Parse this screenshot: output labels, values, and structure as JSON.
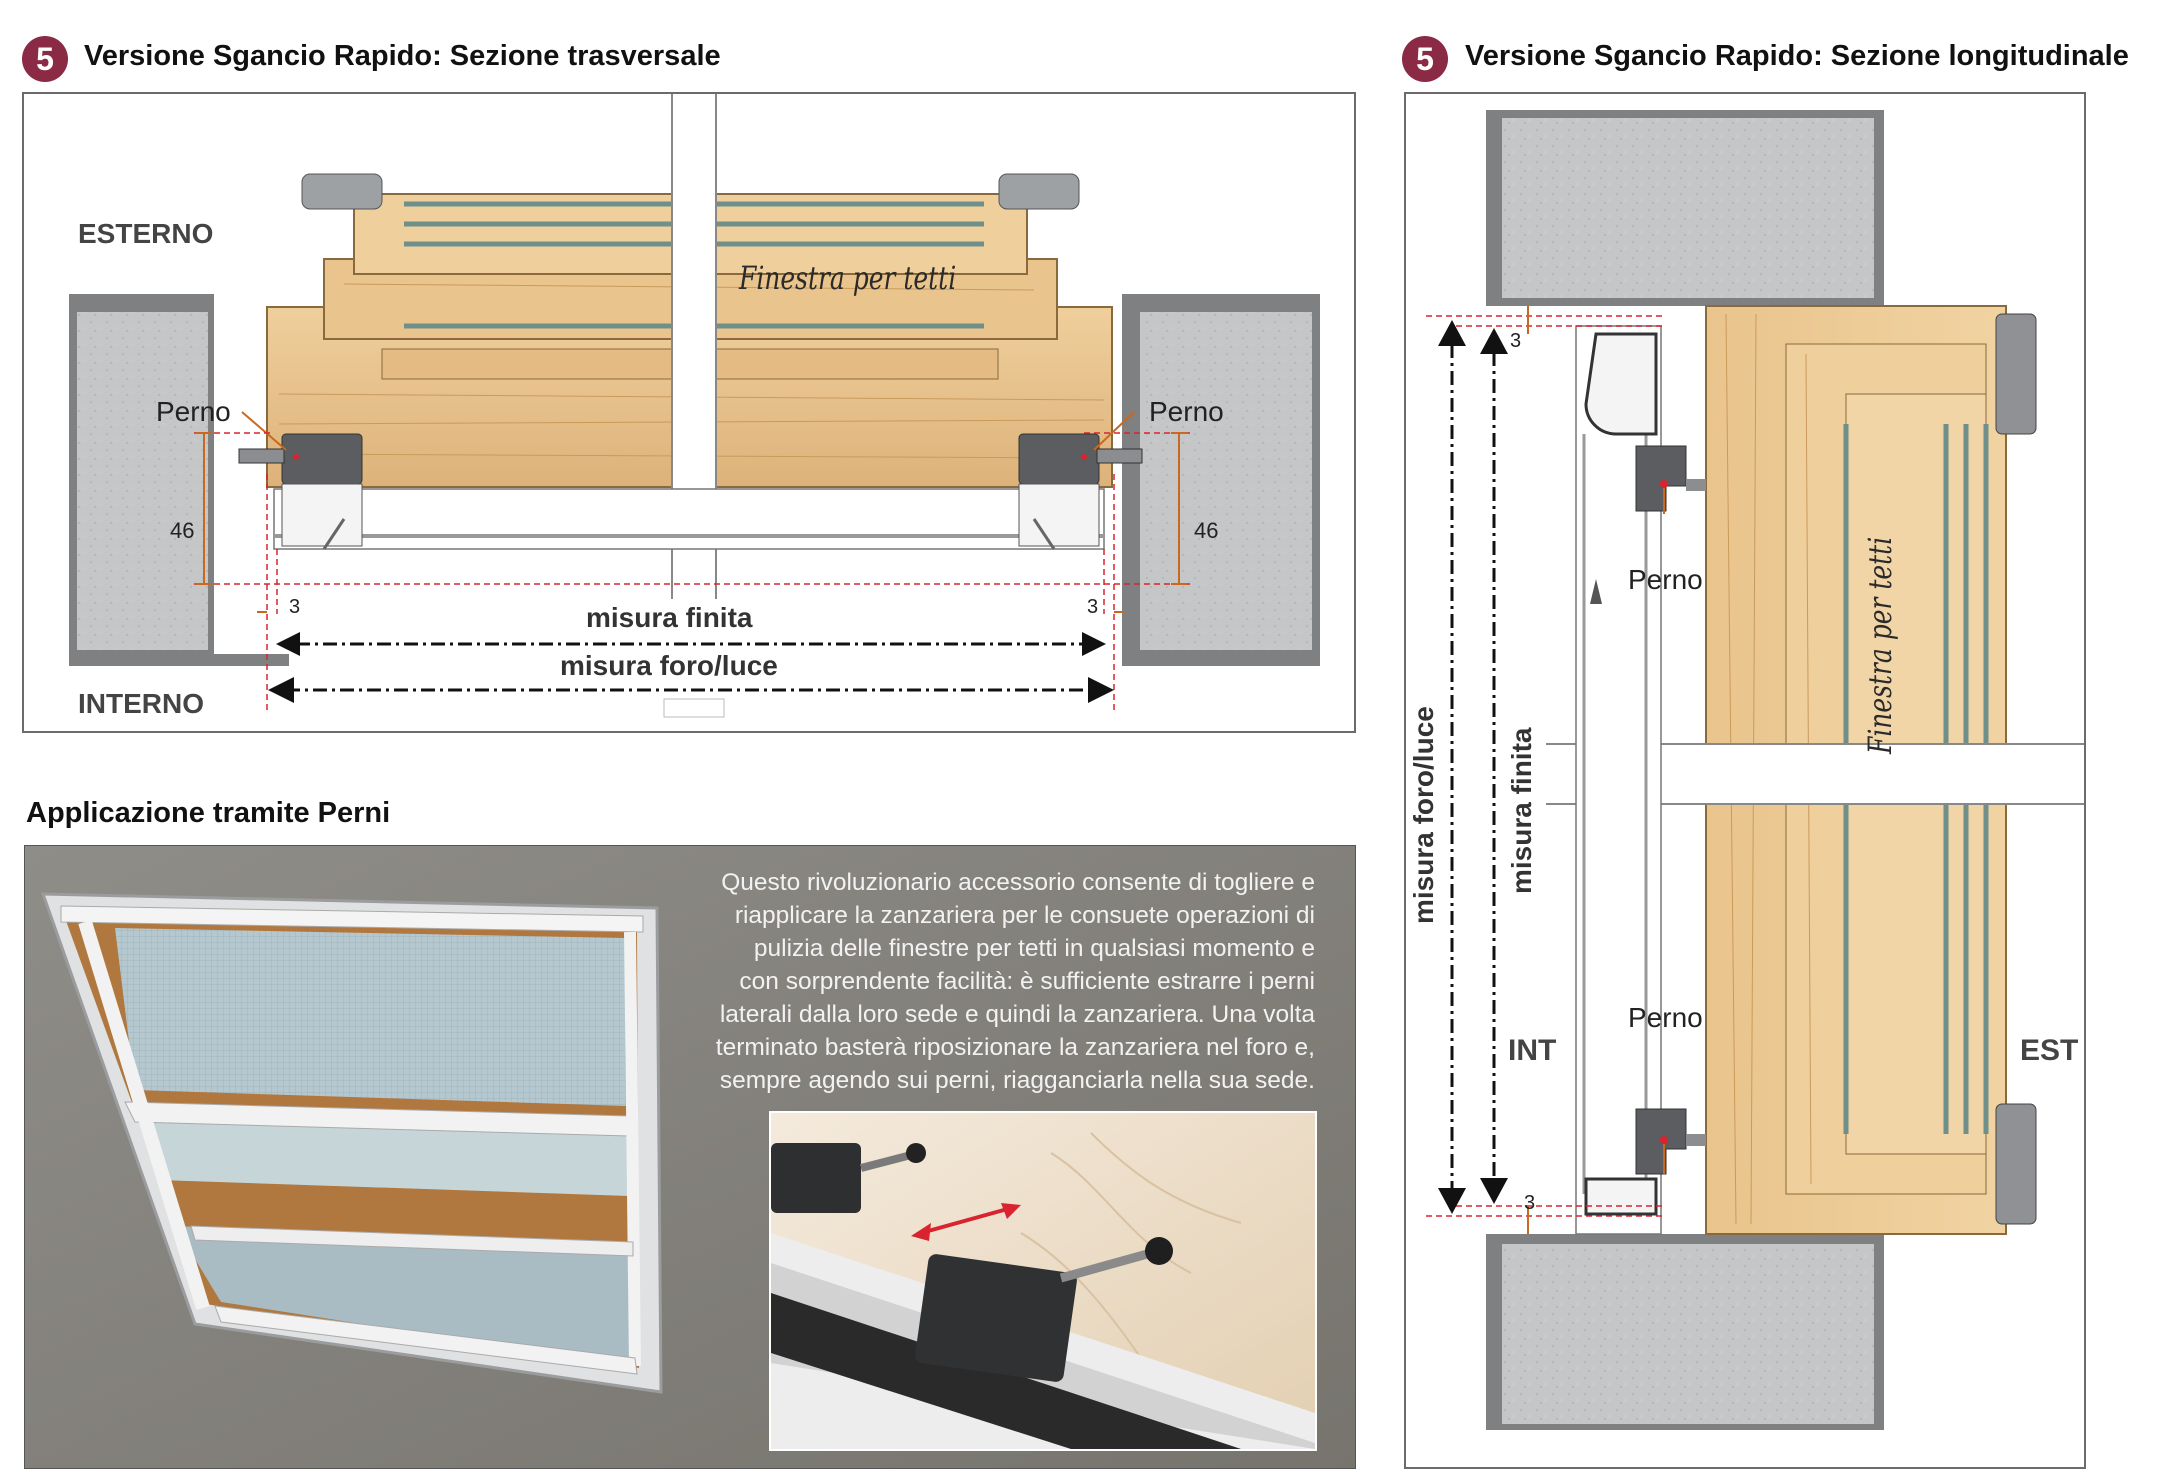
{
  "step_badge": "5",
  "transverse": {
    "title": "Versione Sgancio Rapido: Sezione trasversale",
    "label_outside": "ESTERNO",
    "label_inside": "INTERNO",
    "window_label": "Finestra per tetti",
    "pin_left": "Perno",
    "pin_right": "Perno",
    "height_left": "46",
    "height_right": "46",
    "gap_left": "3",
    "gap_right": "3",
    "dim_finished": "misura finita",
    "dim_opening": "misura foro/luce"
  },
  "longitudinal": {
    "title": "Versione  Sgancio Rapido: Sezione longitudinale",
    "window_label": "Finestra per tetti",
    "pin_top": "Perno",
    "pin_bottom": "Perno",
    "gap_top": "3",
    "gap_bottom": "3",
    "dim_opening": "misura foro/luce",
    "dim_finished": "misura finita",
    "label_inside": "INT",
    "label_outside": "EST"
  },
  "application": {
    "title": "Applicazione tramite Perni",
    "description_lines": [
      "Questo rivoluzionario accessorio consente di togliere e",
      "riapplicare la zanzariera per le consuete operazioni di",
      "pulizia delle finestre per tetti in qualsiasi momento e",
      "con sorprendente facilità: è sufficiente estrarre i perni",
      "laterali dalla loro sede e quindi la zanzariera. Una volta",
      "terminato basterà riposizionare la zanzariera nel foro e,",
      "sempre agendo sui perni, riagganciarla nella sua sede."
    ]
  },
  "colors": {
    "badge": "#8a2a45",
    "concrete": "#c4c6c8",
    "wood": "#e6c08a",
    "dimension_red": "#d9232e",
    "photo_bg": "#6f6c67"
  }
}
